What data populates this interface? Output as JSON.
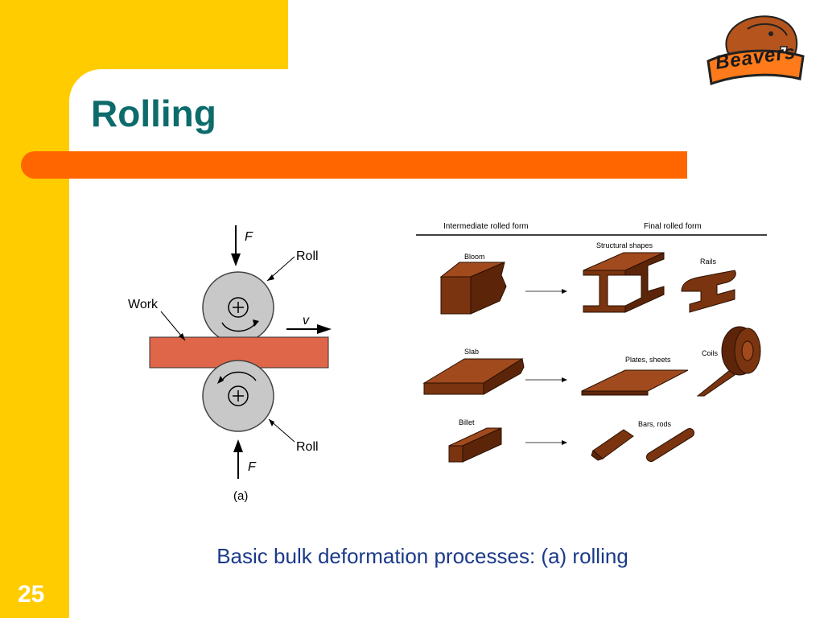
{
  "slide": {
    "title": "Rolling",
    "caption": "Basic bulk deformation processes:  (a) rolling",
    "slide_number": "25",
    "logo_text": "Beavers"
  },
  "rolling_diagram": {
    "force_top": "F",
    "force_bottom": "F",
    "roll_top_label": "Roll",
    "roll_bottom_label": "Roll",
    "work_label": "Work",
    "velocity_label": "v",
    "sublabel": "(a)"
  },
  "products_diagram": {
    "header_intermediate": "Intermediate rolled form",
    "header_final": "Final rolled form",
    "bloom": "Bloom",
    "structural_shapes": "Structural shapes",
    "rails": "Rails",
    "slab": "Slab",
    "plates_sheets": "Plates, sheets",
    "coils": "Coils",
    "billet": "Billet",
    "bars_rods": "Bars, rods"
  },
  "colors": {
    "yellow": "#ffcc00",
    "orange": "#ff6600",
    "title_teal": "#0d6b6b",
    "caption_blue": "#1b3a8a",
    "work_red": "#e0664a",
    "steel_brown": "#7a3410"
  }
}
